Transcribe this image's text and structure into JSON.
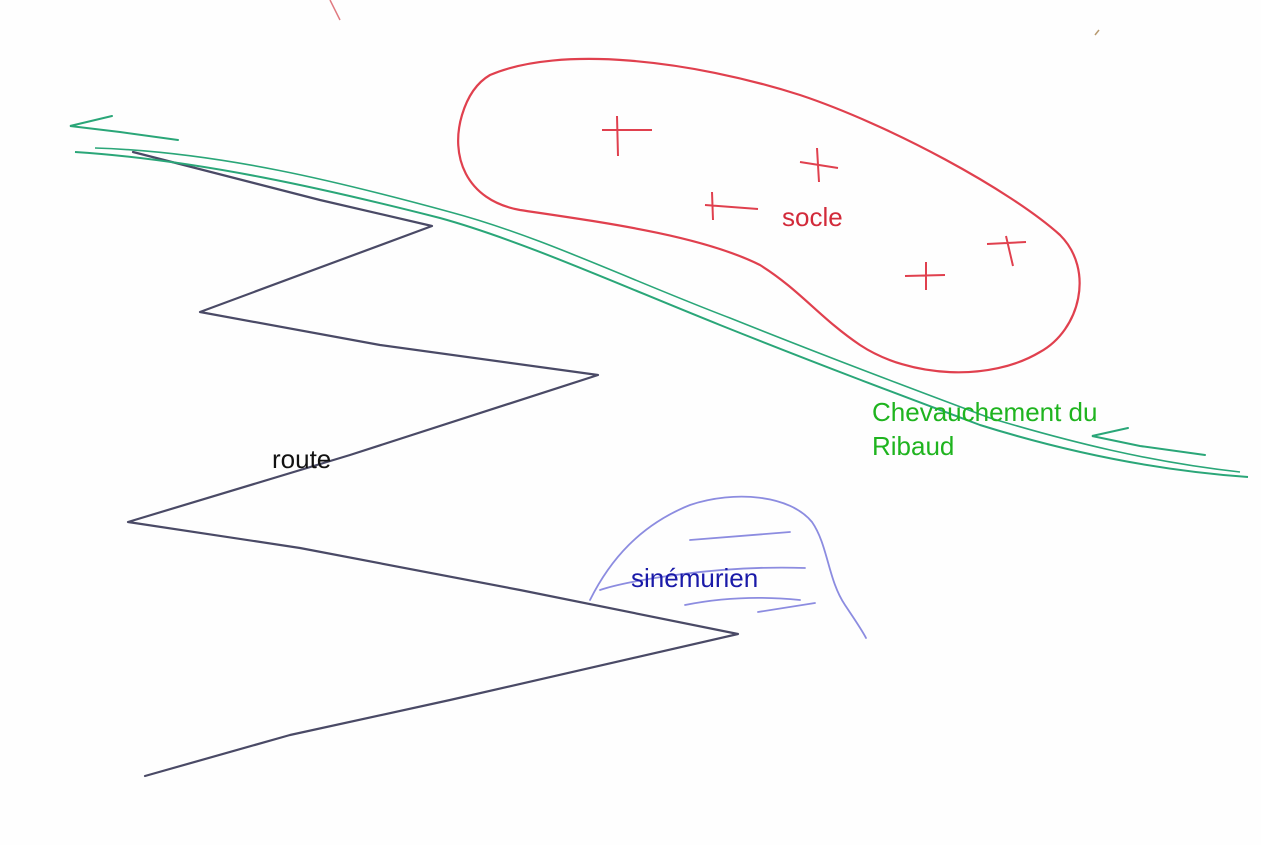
{
  "labels": {
    "route": "route",
    "socle": "socle",
    "chevauchement_line1": "Chevauchement du",
    "chevauchement_line2": "Ribaud",
    "sinemurien": "sinémurien"
  },
  "colors": {
    "route": "#4a4a66",
    "route_text": "#111111",
    "socle": "#e0404e",
    "socle_text": "#d22a3a",
    "chevauchement": "#2aa678",
    "chevauchement_text": "#1fb41f",
    "sinemurien": "#8c8ce0",
    "sinemurien_text": "#1a1aa8",
    "background": "#fefefe"
  },
  "symbols": {
    "socle_marks": "cross-marks",
    "thrust_arrows": "arrow-heads"
  }
}
